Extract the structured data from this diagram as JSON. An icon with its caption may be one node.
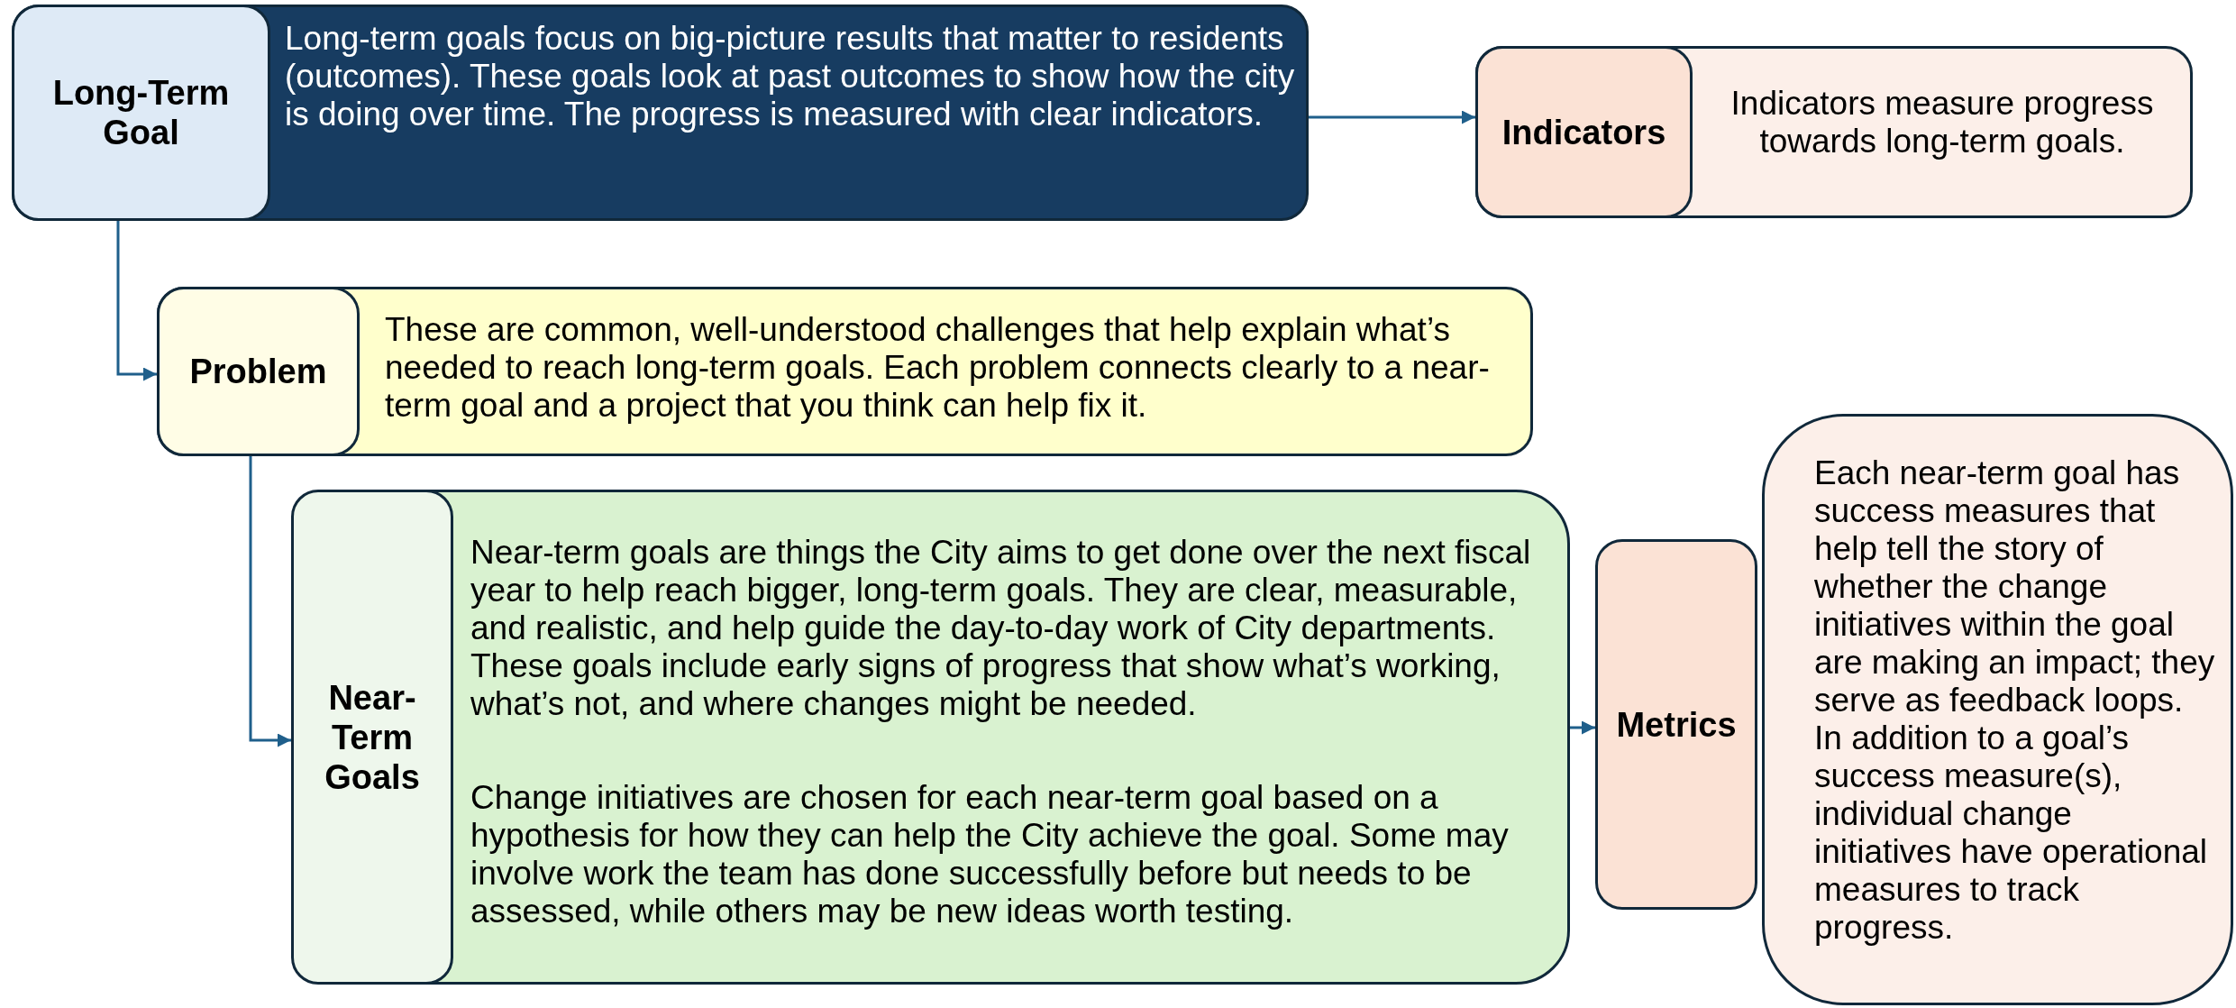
{
  "diagram": {
    "nodes": [
      {
        "text": [
          "Long-term goals focus on big-picture results that matter to residents (outcomes). These goals look at past outcomes to show how the city is doing over time. The progress is measured with clear indicators."
        ]
      },
      {
        "text": [
          "Long-Term Goal"
        ],
        "in": 0
      },
      {
        "text": [
          "Indicators measure progress towards long-term goals."
        ]
      },
      {
        "text": [
          "Indicators"
        ],
        "in": 2
      },
      {
        "text": [
          "These are common, well-understood challenges that help explain what’s needed to reach long-term goals. Each problem connects clearly to a near-term goal and a project that you think can help fix it."
        ]
      },
      {
        "text": [
          "Problem"
        ],
        "in": 4
      },
      {
        "text": [
          "Near-term goals are things the City aims to get done over the next fiscal year to help reach bigger, long-term goals. They are clear, measurable, and realistic, and help guide the day-to-day work of City departments. These goals include early signs of progress that show what’s working, what’s not, and where changes might be needed.",
          "Change initiatives are chosen for each near-term goal based on a hypothesis for how they can help the City achieve the goal. Some may involve work the team has done successfully before but needs to be assessed, while others may be new ideas worth testing."
        ]
      },
      {
        "text": [
          "Near-Term Goals"
        ],
        "in": 6
      },
      {
        "text": [
          "Metrics"
        ]
      },
      {
        "text": [
          "Each near-term goal has success measures that help tell the story of whether the change initiatives within the goal are making an impact; they serve as feedback loops. In addition to a goal’s success measure(s), individual change initiatives have operational measures to track progress."
        ]
      }
    ],
    "edges": [
      {
        "from": 0,
        "to": 3,
        "arrow": "to"
      },
      {
        "from": 1,
        "to": 5,
        "arrow": "to"
      },
      {
        "from": 5,
        "to": 7,
        "arrow": "to"
      },
      {
        "from": 6,
        "to": 8,
        "arrow": "to"
      }
    ]
  }
}
